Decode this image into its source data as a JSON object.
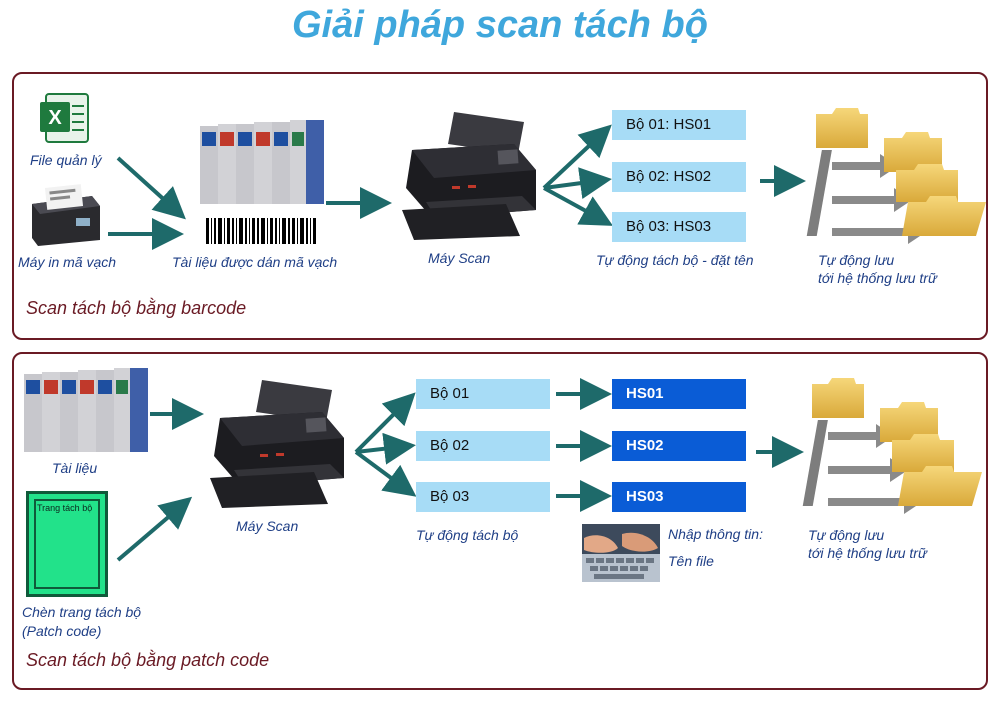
{
  "title": "Giải pháp scan tách bộ",
  "barcode_panel": {
    "caption": "Scan tách bộ bằng barcode",
    "file_label": "File quản lý",
    "printer_label": "Máy in mã vạch",
    "docs_label": "Tài liệu được dán mã vạch",
    "scanner_label": "Máy Scan",
    "boxes": [
      "Bộ 01: HS01",
      "Bộ 02: HS02",
      "Bộ 03: HS03"
    ],
    "split_label": "Tự động tách bộ - đặt tên",
    "storage_line1": "Tự động lưu",
    "storage_line2": "tới hệ thống lưu trữ"
  },
  "patch_panel": {
    "caption": "Scan tách bộ bằng patch code",
    "docs_label": "Tài liệu",
    "patch_sheet_text": "Trang tách bộ",
    "patch_line1": "Chèn trang tách bộ",
    "patch_line2": "(Patch code)",
    "scanner_label": "Máy Scan",
    "sets": [
      "Bộ 01",
      "Bộ 02",
      "Bộ 03"
    ],
    "names": [
      "HS01",
      "HS02",
      "HS03"
    ],
    "split_label": "Tự động tách bộ",
    "input_line1": "Nhập thông tin:",
    "input_line2": "Tên file",
    "storage_line1": "Tự động lưu",
    "storage_line2": "tới hệ thống lưu trữ"
  },
  "colors": {
    "title": "#3fa7dc",
    "panel_border": "#6a1a24",
    "label": "#1f3f86",
    "arrow": "#1e6a6a",
    "light_box": "#a7dcf6",
    "dark_box": "#0a5cd6"
  },
  "icons": [
    "excel-icon",
    "label-printer-icon",
    "binders-icon",
    "barcode-icon",
    "scanner-icon",
    "folder-tree-icon",
    "keyboard-hands-icon"
  ]
}
